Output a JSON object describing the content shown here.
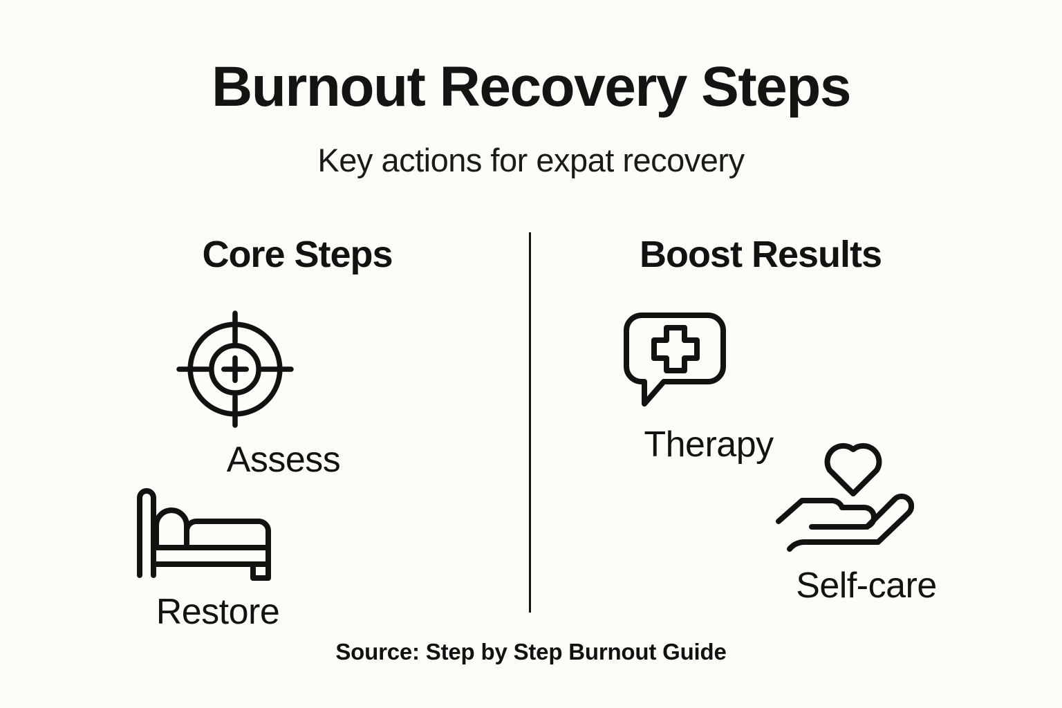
{
  "header": {
    "title": "Burnout Recovery Steps",
    "subtitle": "Key actions for expat recovery"
  },
  "columns": [
    {
      "heading": "Core Steps",
      "items": [
        {
          "label": "Assess",
          "icon": "target-crosshair-icon"
        },
        {
          "label": "Restore",
          "icon": "bed-icon"
        }
      ]
    },
    {
      "heading": "Boost Results",
      "items": [
        {
          "label": "Therapy",
          "icon": "speech-bubble-medical-cross-icon"
        },
        {
          "label": "Self-care",
          "icon": "heart-in-hand-icon"
        }
      ]
    }
  ],
  "footer": {
    "source": "Source: Step by Step Burnout Guide"
  },
  "colors": {
    "background": "#FDFCF6",
    "ink": "#121212",
    "divider": "#121212"
  }
}
